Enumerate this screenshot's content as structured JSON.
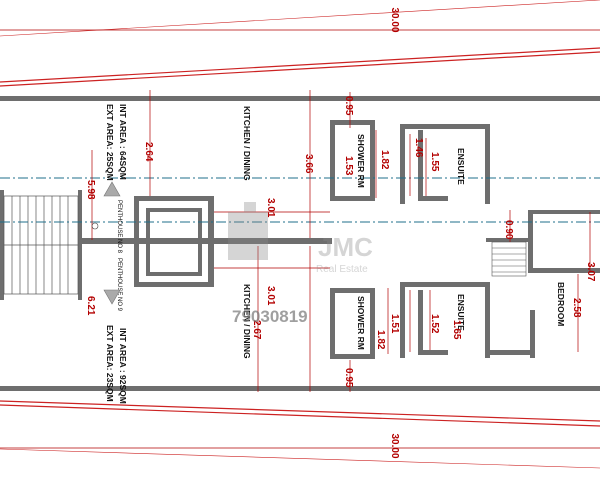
{
  "dimensions": {
    "top_width": "30.00",
    "bottom_width": "30.00",
    "left_upper": "2.64",
    "left_mid_upper": "5.98",
    "left_mid_lower": "6.21",
    "kitchen_upper_height": "3.66",
    "kitchen_upper_width": "3.01",
    "kitchen_lower_width": "3.01",
    "kitchen_lower_height": "2.67",
    "top_gap": "0.95",
    "bottom_gap": "0.95",
    "shower_upper_a": "1.82",
    "shower_upper_b": "1.53",
    "ensuite_upper_a": "1.46",
    "ensuite_upper_b": "1.55",
    "shower_lower_a": "1.51",
    "shower_lower_b": "1.82",
    "ensuite_lower_a": "1.52",
    "ensuite_lower_b": "1.65",
    "corridor": "0.90",
    "bedroom_a": "2.58",
    "bedroom_b": "3.07"
  },
  "rooms": {
    "kitchen_upper": "KITCHEN / DINING",
    "kitchen_lower": "KITCHEN / DINING",
    "shower_upper": "SHOWER RM",
    "shower_lower": "SHOWER RM",
    "ensuite_upper": "ENSUITE",
    "ensuite_lower": "ENSUITE",
    "bedroom": "BEDROOM"
  },
  "units": {
    "upper_int": "INT AREA : 64SQM",
    "upper_ext": "EXT AREA: 25SQM",
    "lower_int": "INT AREA : 92SQM",
    "lower_ext": "EXT AREA: 23SQM",
    "upper_name": "PENTHOUSE NO 8",
    "lower_name": "PENTHOUSE NO 9"
  },
  "watermark": {
    "logo": "JMC",
    "tagline": "Real Estate",
    "phone": "79030819"
  },
  "colors": {
    "wall": "#6e6e6e",
    "dimension": "#b30000",
    "axis": "#1f6f8b",
    "boundary": "#cc2222"
  }
}
